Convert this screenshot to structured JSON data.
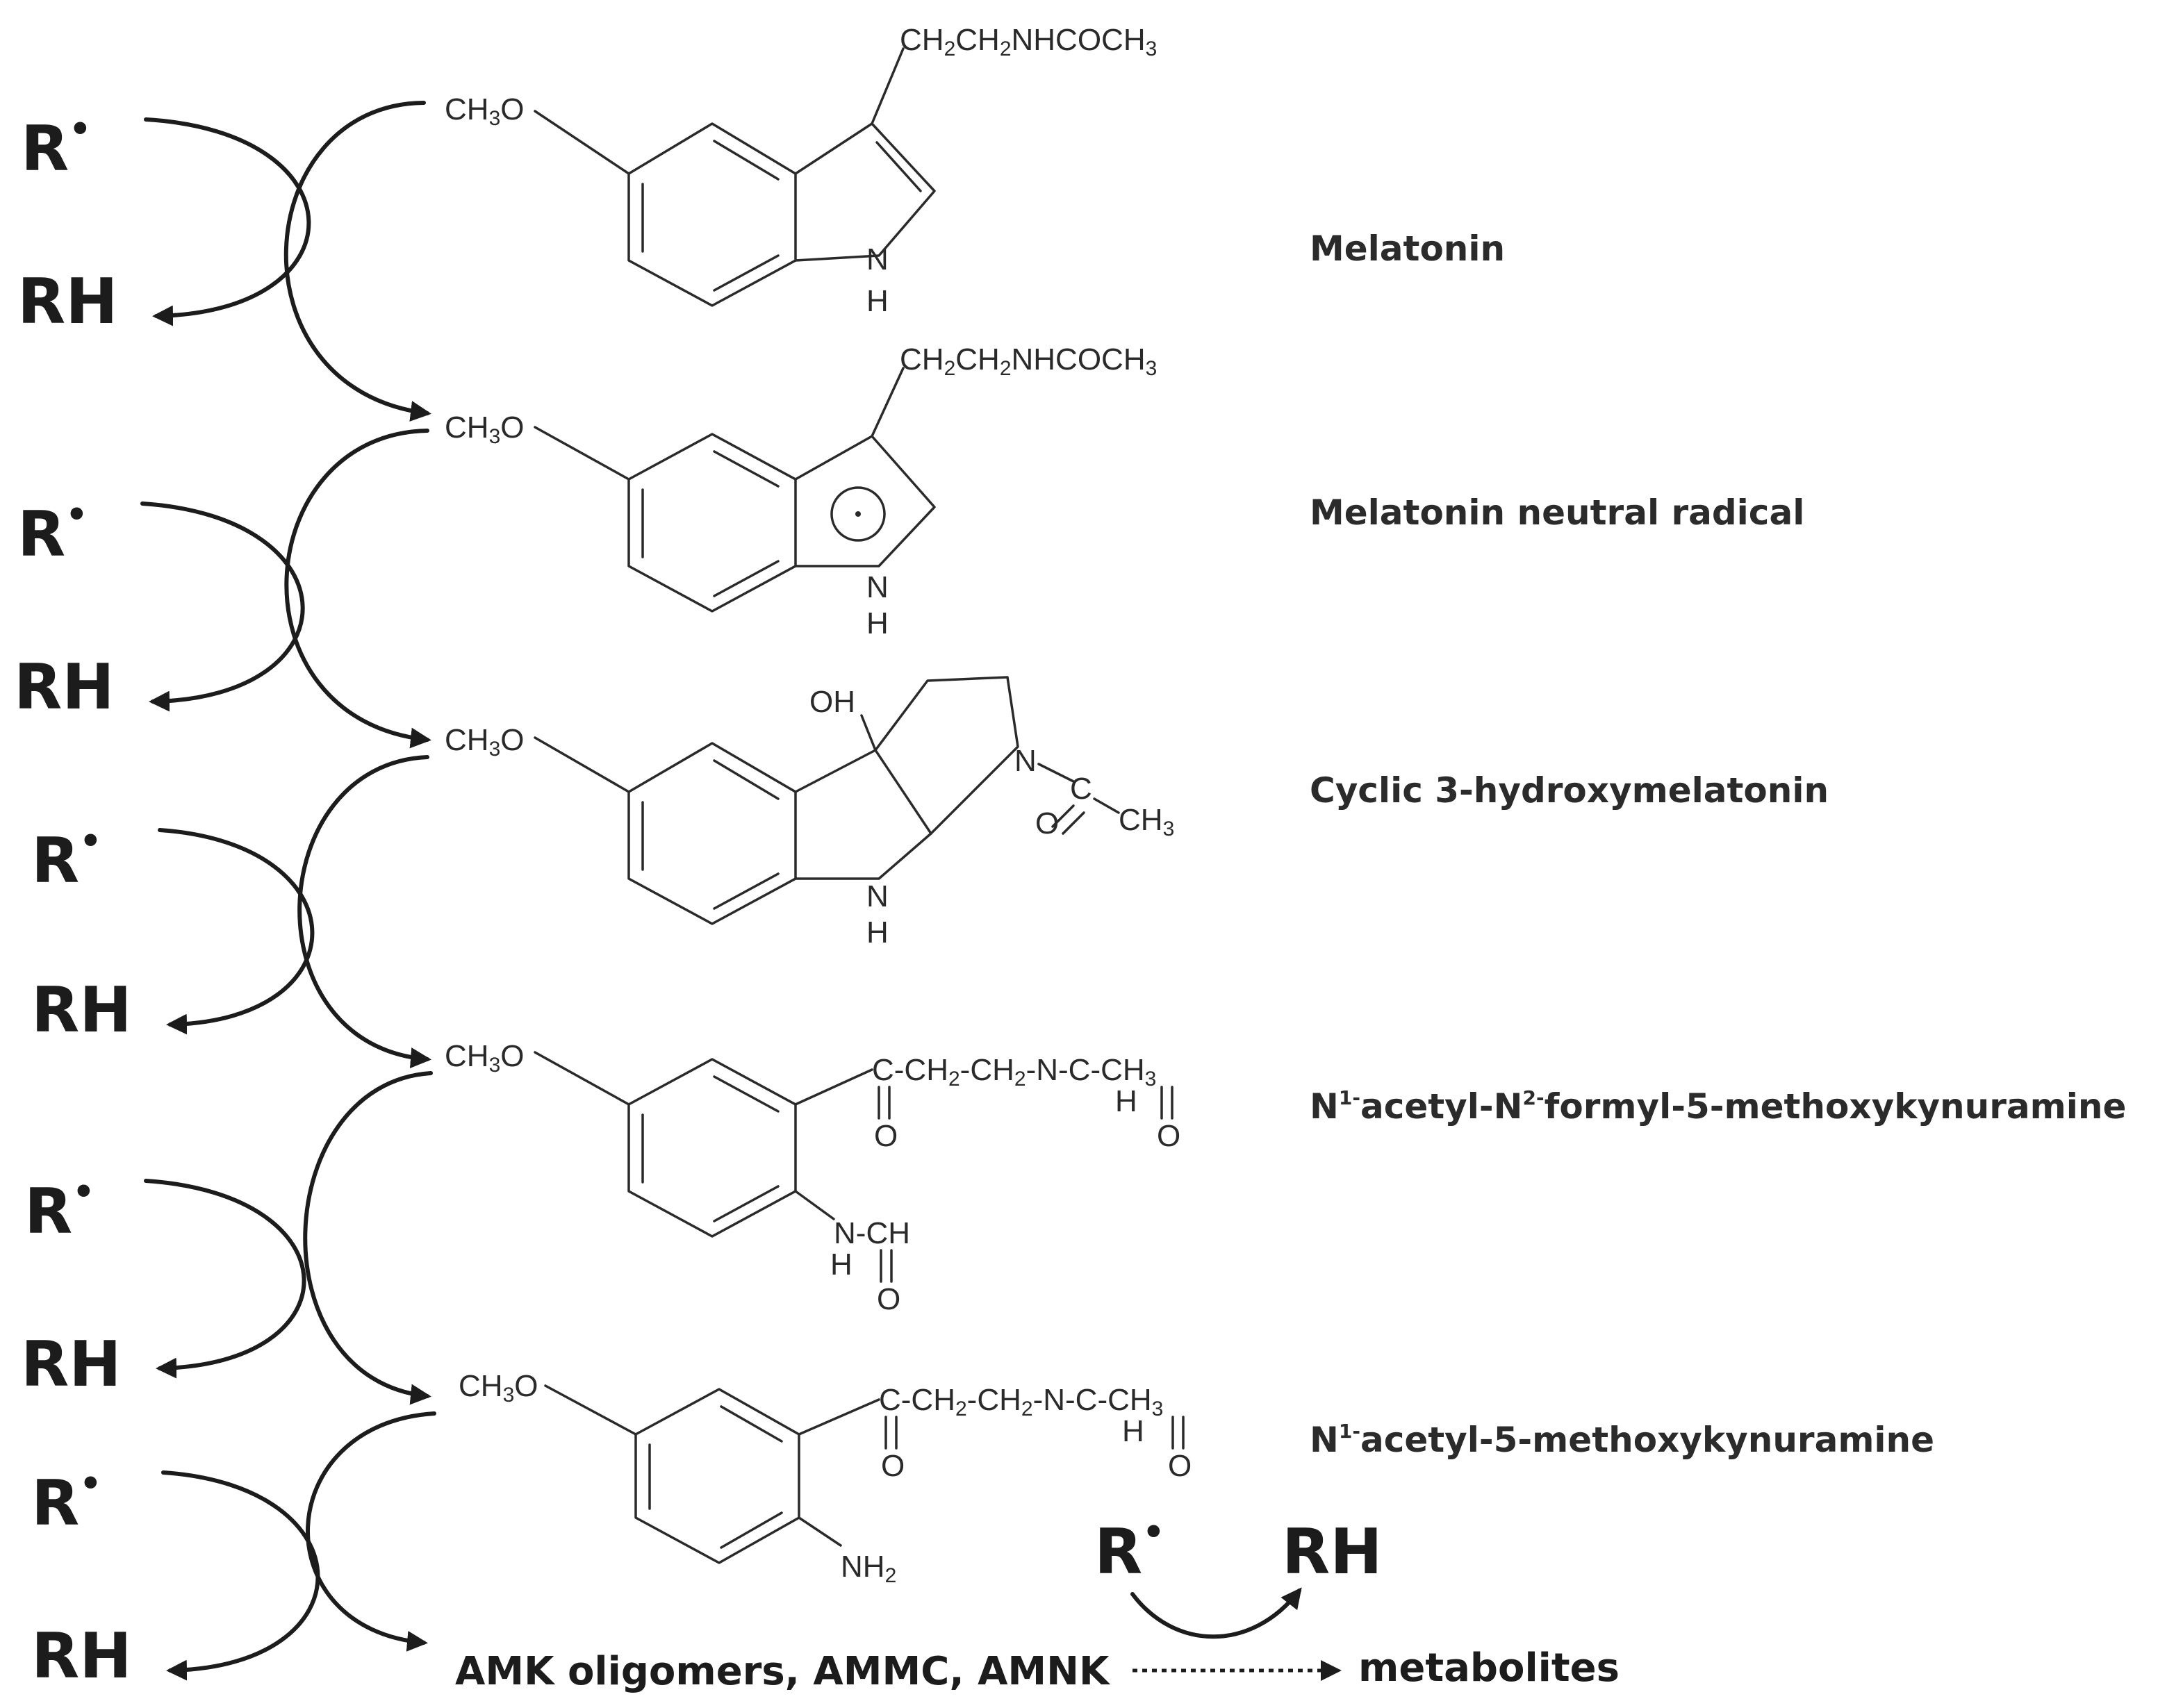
{
  "labels": {
    "radical": "R",
    "radical_dot": "•",
    "rh": "RH",
    "ch3o": "CH",
    "ch3o_sub": "3",
    "ch3o_tail": "O",
    "side_chain": {
      "a": "CH",
      "b": "2",
      "c": "CH",
      "d": "2",
      "e": "NHCOCH",
      "f": "3"
    },
    "n": "N",
    "h": "H",
    "oh": "OH",
    "c": "C",
    "o": "O",
    "ch3": "CH",
    "sub3": "3",
    "ch2": "CH",
    "sub2": "2",
    "nh2": "NH",
    "keto_tail": "-CH"
  },
  "names": {
    "melatonin": "Melatonin",
    "radical": "Melatonin neutral radical",
    "cyclic": "Cyclic 3-hydroxymelatonin",
    "afmk_a": "N",
    "afmk_sup1": "1-",
    "afmk_b": "acetyl-N",
    "afmk_sup2": "2-",
    "afmk_c": "formyl-5-methoxykynuramine",
    "amk_a": "N",
    "amk_sup1": "1-",
    "amk_b": "acetyl-5-methoxykynuramine"
  },
  "bottom": {
    "products": "AMK oligomers, AMMC, AMNK",
    "metabolites": "metabolites"
  }
}
